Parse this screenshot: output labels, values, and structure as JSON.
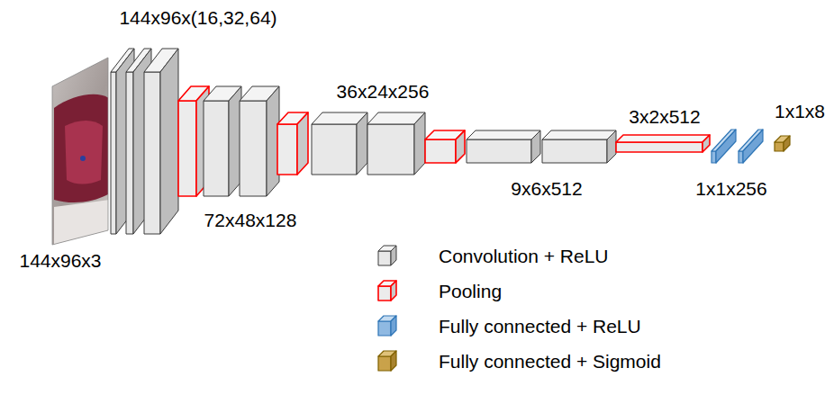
{
  "diagram": {
    "labels": [
      "144x96x(16,32,64)",
      "144x96x3",
      "72x48x128",
      "36x24x256",
      "9x6x512",
      "3x2x512",
      "1x1x256",
      "1x1x8"
    ],
    "legend": [
      {
        "text": "Convolution + ReLU"
      },
      {
        "text": "Pooling"
      },
      {
        "text": "Fully connected + ReLU"
      },
      {
        "text": "Fully connected + Sigmoid"
      }
    ]
  }
}
